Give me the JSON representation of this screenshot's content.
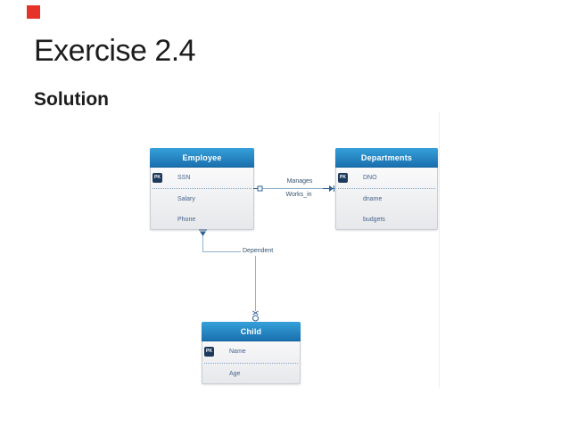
{
  "slide": {
    "title": "Exercise 2.4",
    "subtitle": "Solution",
    "accent_square_color": "#e5332a"
  },
  "diagram": {
    "colors": {
      "entity_header_blue": "#1f7ab8",
      "pk_badge_navy": "#1b3a5c",
      "connector_line": "#8fb2cc"
    },
    "entities": [
      {
        "title": "Employee",
        "pk_label": "PK",
        "pk_attribute": "SSN",
        "attributes": [
          "Salary",
          "Phone"
        ]
      },
      {
        "title": "Departments",
        "pk_label": "PK",
        "pk_attribute": "DNO",
        "attributes": [
          "dname",
          "budgets"
        ]
      },
      {
        "title": "Child",
        "pk_label": "PK",
        "pk_attribute": "Name",
        "attributes": [
          "Age"
        ]
      }
    ],
    "relationships": [
      {
        "label": "Manages"
      },
      {
        "label": "Works_in"
      },
      {
        "label": "Dependent"
      }
    ]
  }
}
